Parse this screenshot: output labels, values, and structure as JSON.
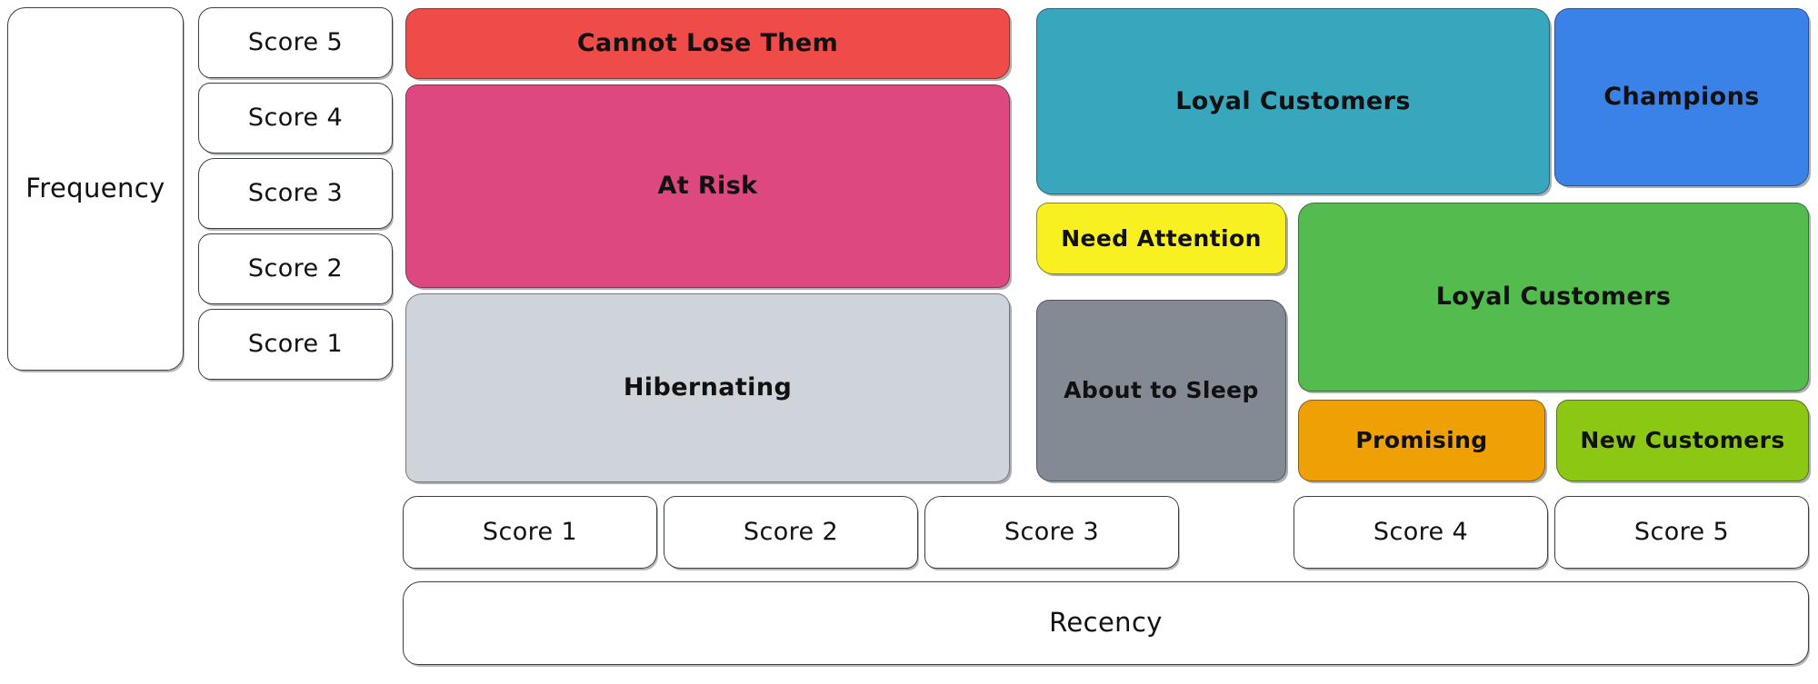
{
  "diagram": {
    "type": "rfm-segmentation-matrix",
    "axes": {
      "y_axis_label": "Frequency",
      "x_axis_label": "Recency",
      "frequency_scores": [
        "Score 5",
        "Score 4",
        "Score 3",
        "Score 2",
        "Score 1"
      ],
      "recency_scores": [
        "Score 1",
        "Score 2",
        "Score 3",
        "Score 4",
        "Score 5"
      ]
    },
    "segments": [
      {
        "id": "cannot-lose-them",
        "label": "Cannot Lose Them",
        "color": "#ef4b48",
        "recency": [
          "Score 1",
          "Score 2"
        ],
        "frequency": [
          "Score 5"
        ]
      },
      {
        "id": "at-risk",
        "label": "At Risk",
        "color": "#dd4880",
        "recency": [
          "Score 1",
          "Score 2"
        ],
        "frequency": [
          "Score 4",
          "Score 3"
        ]
      },
      {
        "id": "hibernating",
        "label": "Hibernating",
        "color": "#ced4da",
        "recency": [
          "Score 1",
          "Score 2"
        ],
        "frequency": [
          "Score 2",
          "Score 1"
        ]
      },
      {
        "id": "loyal-customers-teal",
        "label": "Loyal Customers",
        "color": "#38a7be",
        "recency": [
          "Score 3",
          "Score 4"
        ],
        "frequency": [
          "Score 5",
          "Score 4"
        ]
      },
      {
        "id": "champions",
        "label": "Champions",
        "color": "#3b82e8",
        "recency": [
          "Score 5"
        ],
        "frequency": [
          "Score 5",
          "Score 4"
        ]
      },
      {
        "id": "need-attention",
        "label": "Need Attention",
        "color": "#f8f020",
        "recency": [
          "Score 3"
        ],
        "frequency": [
          "Score 3"
        ]
      },
      {
        "id": "loyal-customers-green",
        "label": "Loyal Customers",
        "color": "#54bc4e",
        "recency": [
          "Score 4",
          "Score 5"
        ],
        "frequency": [
          "Score 3",
          "Score 2"
        ]
      },
      {
        "id": "about-to-sleep",
        "label": "About to Sleep",
        "color": "#848a93",
        "recency": [
          "Score 3"
        ],
        "frequency": [
          "Score 2",
          "Score 1"
        ]
      },
      {
        "id": "promising",
        "label": "Promising",
        "color": "#efa005",
        "recency": [
          "Score 4"
        ],
        "frequency": [
          "Score 1"
        ]
      },
      {
        "id": "new-customers",
        "label": "New Customers",
        "color": "#8cc813",
        "recency": [
          "Score 5"
        ],
        "frequency": [
          "Score 1"
        ]
      }
    ]
  }
}
